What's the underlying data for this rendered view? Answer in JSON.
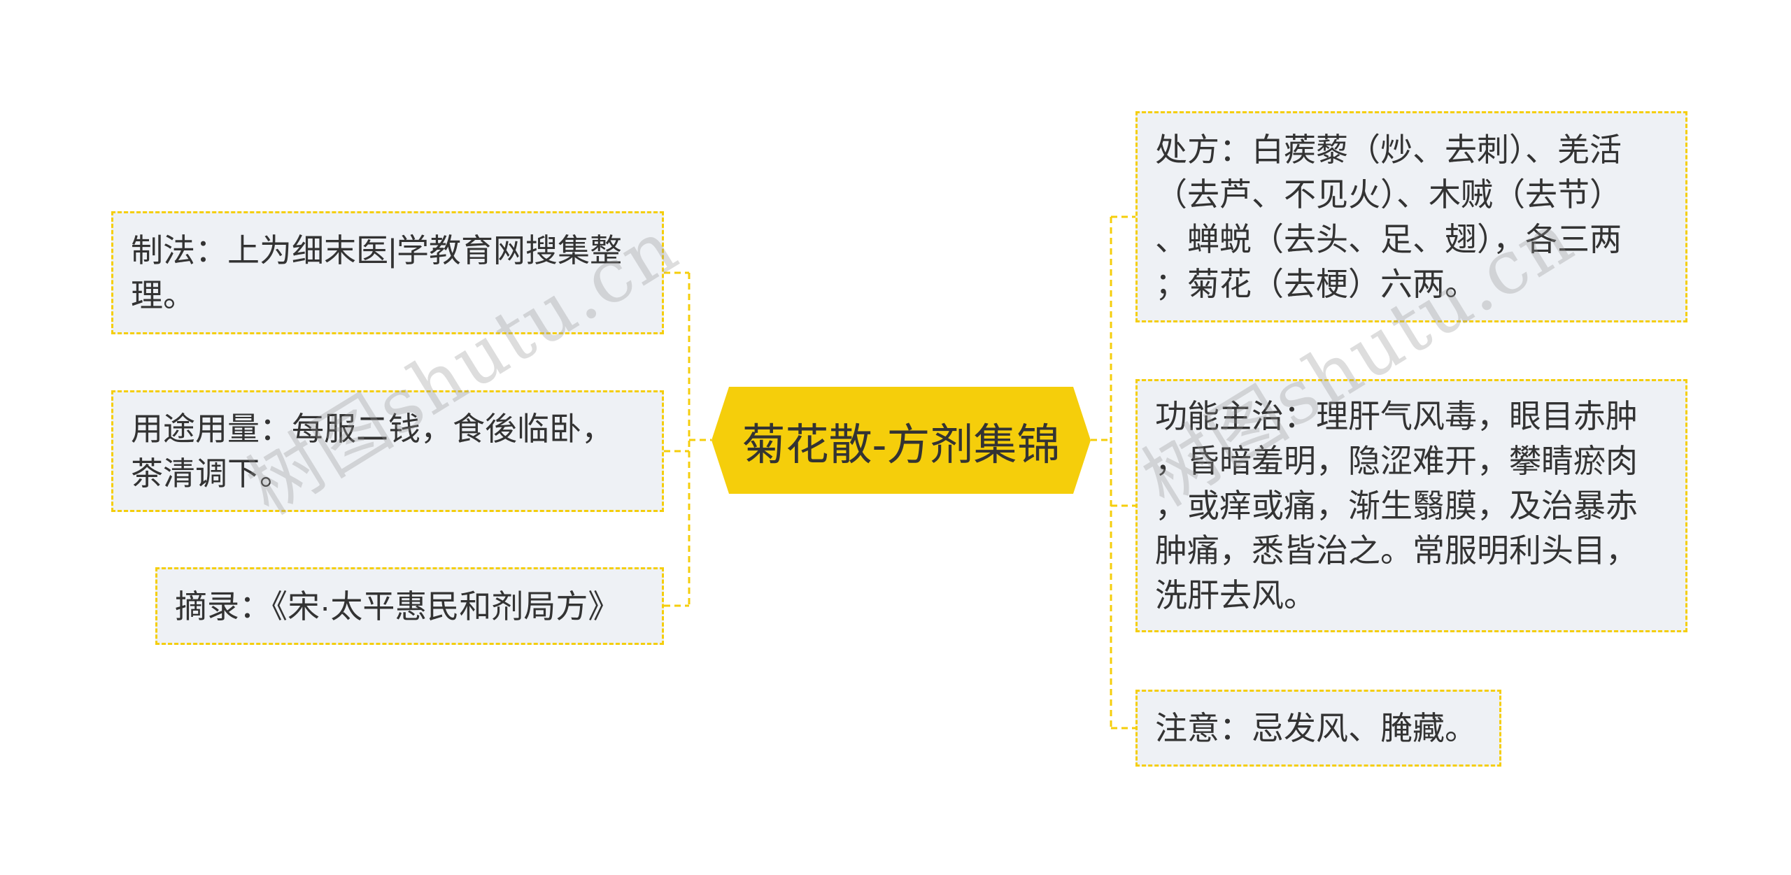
{
  "root": {
    "label": "菊花散-方剂集锦"
  },
  "left_nodes": [
    {
      "lines": [
        "制法：上为细末医|学教育网搜集整",
        "理。"
      ]
    },
    {
      "lines": [
        "用途用量：每服二钱，食後临卧，",
        "茶清调下。"
      ]
    },
    {
      "lines": [
        "摘录：《宋·太平惠民和剂局方》"
      ]
    }
  ],
  "right_nodes": [
    {
      "lines": [
        "处方：白蒺藜（炒、去刺）、羌活",
        "（去芦、不见火）、木贼（去节）",
        "、蝉蜕（去头、足、翅），各三两",
        "；菊花（去梗）六两。"
      ]
    },
    {
      "lines": [
        "功能主治：理肝气风毒，眼目赤肿",
        "，昏暗羞明，隐涩难开，攀睛瘀肉",
        "，或痒或痛，渐生翳膜，及治暴赤",
        "肿痛，悉皆治之。常服明利头目，",
        "洗肝去风。"
      ]
    },
    {
      "lines": [
        "注意：忌发风、腌藏。"
      ]
    }
  ],
  "watermark": {
    "text": "树图shutu.cn"
  },
  "colors": {
    "accent": "#F5CE0B",
    "node_fill": "#EEF1F5",
    "text": "#333333",
    "background": "#FFFFFF"
  }
}
